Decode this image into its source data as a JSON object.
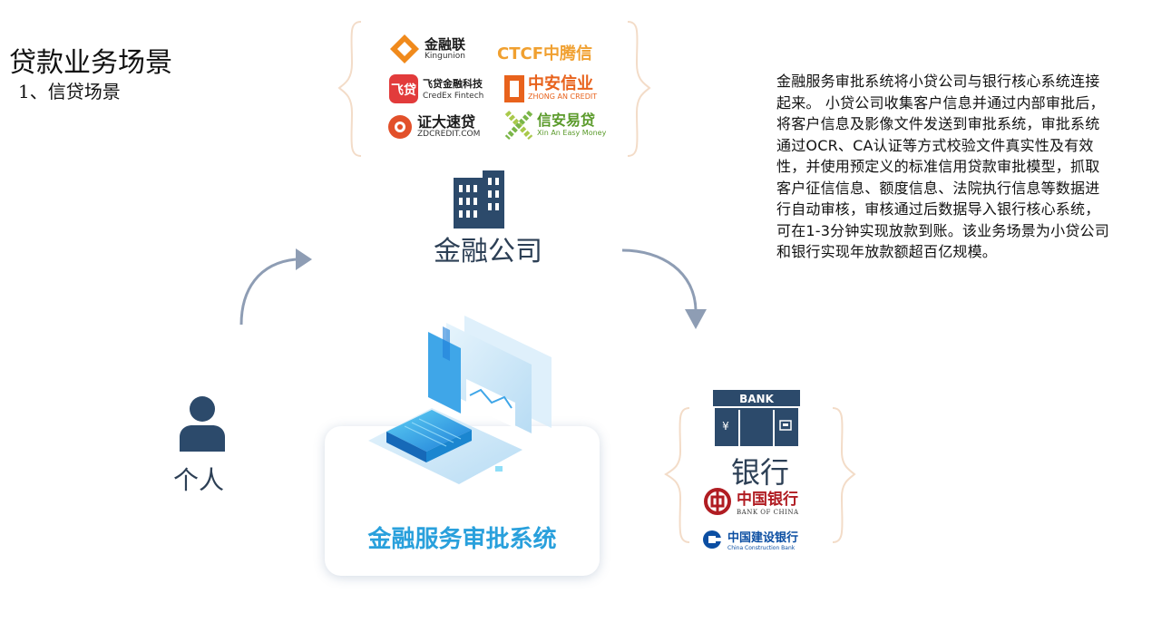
{
  "title": "贷款业务场景",
  "subtitle": "1、信贷场景",
  "description": "金融服务审批系统将小贷公司与银行核心系统连接起来。 小贷公司收集客户信息并通过内部审批后，将客户信息及影像文件发送到审批系统，审批系统通过OCR、CA认证等方式校验文件真实性及有效性，并使用预定义的标准信用贷款审批模型，抓取客户征信信息、额度信息、法院执行信息等数据进行自动审核，审核通过后数据导入银行核心系统，可在1-3分钟实现放款到账。该业务场景为小贷公司和银行实现年放款额超百亿规模。",
  "nodes": {
    "finance_company": "金融公司",
    "person": "个人",
    "bank": "银行",
    "system": "金融服务审批系统",
    "bank_sign": "BANK"
  },
  "finance_logos": [
    {
      "name": "金融联",
      "sub": "Kingunion",
      "color": "#f08a1c"
    },
    {
      "name": "CTCF中腾信",
      "sub": "",
      "color": "#f0a030"
    },
    {
      "name": "飞贷金融科技",
      "sub": "CredEx Fintech",
      "color": "#e23b3b"
    },
    {
      "name": "中安信业",
      "sub": "ZHONG AN CREDIT",
      "color": "#e8621c"
    },
    {
      "name": "证大速贷",
      "sub": "ZDCREDIT.COM",
      "color": "#e2502a"
    },
    {
      "name": "信安易贷",
      "sub": "Xin An Easy Money",
      "color": "#7ab648"
    }
  ],
  "bank_logos": [
    {
      "name": "中国银行",
      "sub": "BANK OF CHINA",
      "color": "#b01c22"
    },
    {
      "name": "中国建设银行",
      "sub": "China Construction Bank",
      "color": "#0b4ea2"
    }
  ],
  "colors": {
    "icon_dark": "#2c4a6b",
    "arrow": "#8e9db4",
    "system_text": "#29a0dc"
  }
}
